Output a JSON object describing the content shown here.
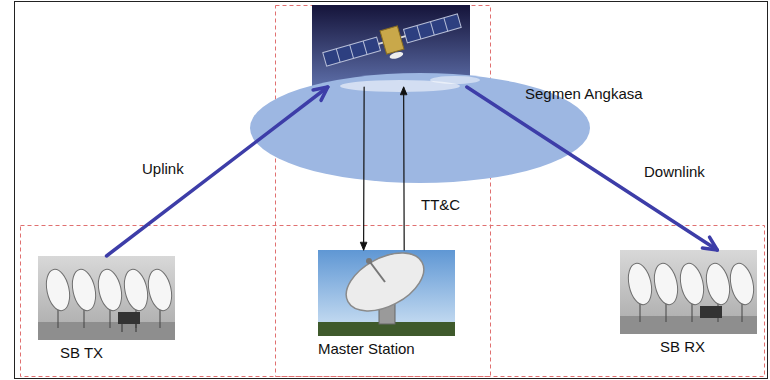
{
  "diagram": {
    "nodes": [
      {
        "text": [
          "Segmen Angkasa"
        ]
      },
      {
        "text": [
          "SB TX"
        ]
      },
      {
        "text": [
          "Master Station"
        ]
      },
      {
        "text": [
          "SB RX"
        ]
      }
    ],
    "edges": [
      {
        "from": 1,
        "to": 0,
        "arrow": "to",
        "label": "Uplink"
      },
      {
        "from": 0,
        "to": 3,
        "arrow": "to",
        "label": "Downlink"
      },
      {
        "from": 0,
        "to": 2,
        "arrow": "to"
      },
      {
        "from": 2,
        "to": 0,
        "arrow": "to",
        "label": "TT&C"
      }
    ]
  }
}
